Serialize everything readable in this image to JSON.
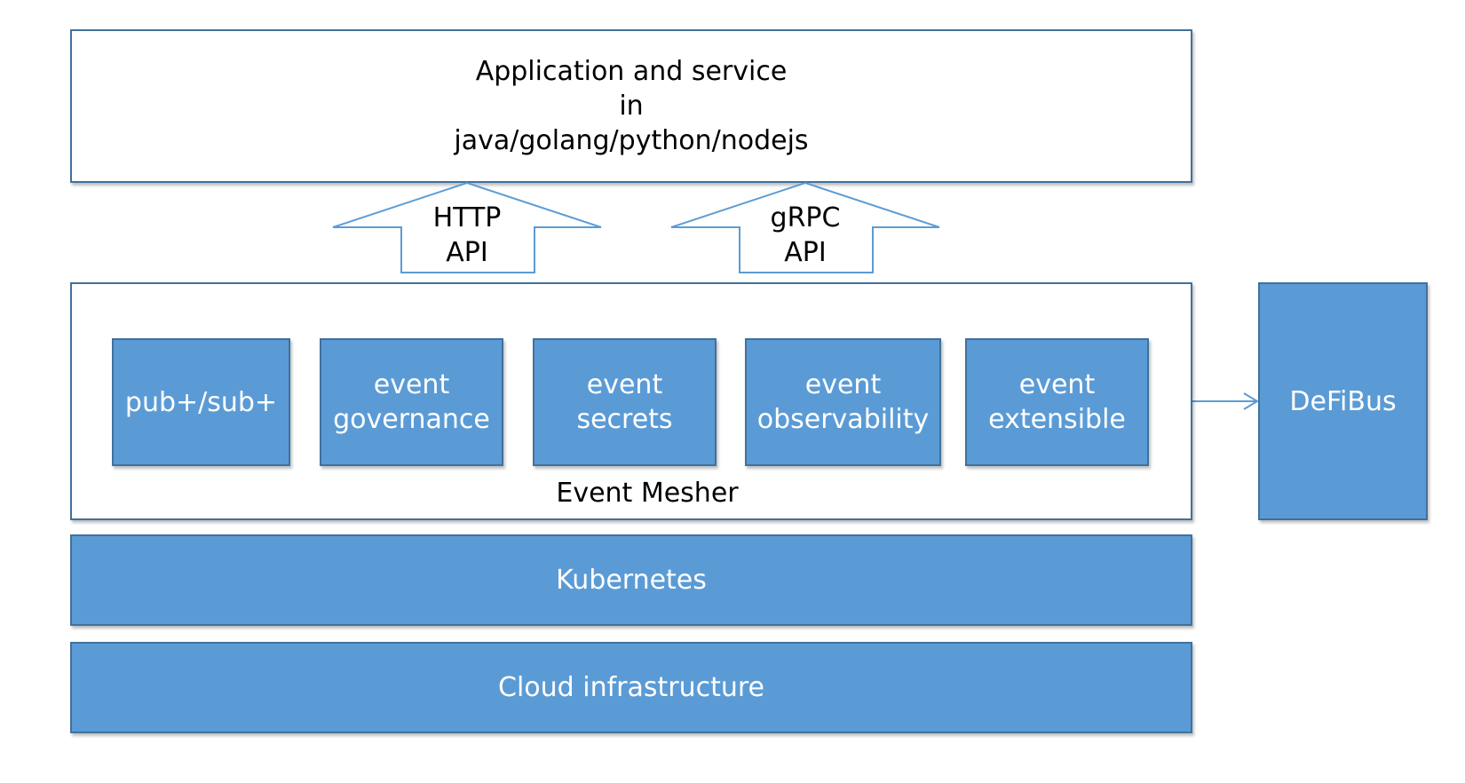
{
  "app_box": {
    "lines": [
      "Application and service",
      "in",
      "java/golang/python/nodejs"
    ]
  },
  "arrows": [
    {
      "lines": [
        "HTTP",
        "API"
      ]
    },
    {
      "lines": [
        "gRPC",
        "API"
      ]
    }
  ],
  "event_mesher": {
    "label": "Event Mesher",
    "modules": [
      {
        "lines": [
          "pub+/sub+"
        ]
      },
      {
        "lines": [
          "event",
          "governance"
        ]
      },
      {
        "lines": [
          "event",
          "secrets"
        ]
      },
      {
        "lines": [
          "event",
          "observability"
        ]
      },
      {
        "lines": [
          "event",
          "extensible"
        ]
      }
    ]
  },
  "defibus": {
    "label": "DeFiBus"
  },
  "kubernetes": {
    "label": "Kubernetes"
  },
  "cloud": {
    "label": "Cloud infrastructure"
  },
  "colors": {
    "box_fill": "#5b9bd5",
    "box_border": "#41719c",
    "background": "#ffffff"
  }
}
